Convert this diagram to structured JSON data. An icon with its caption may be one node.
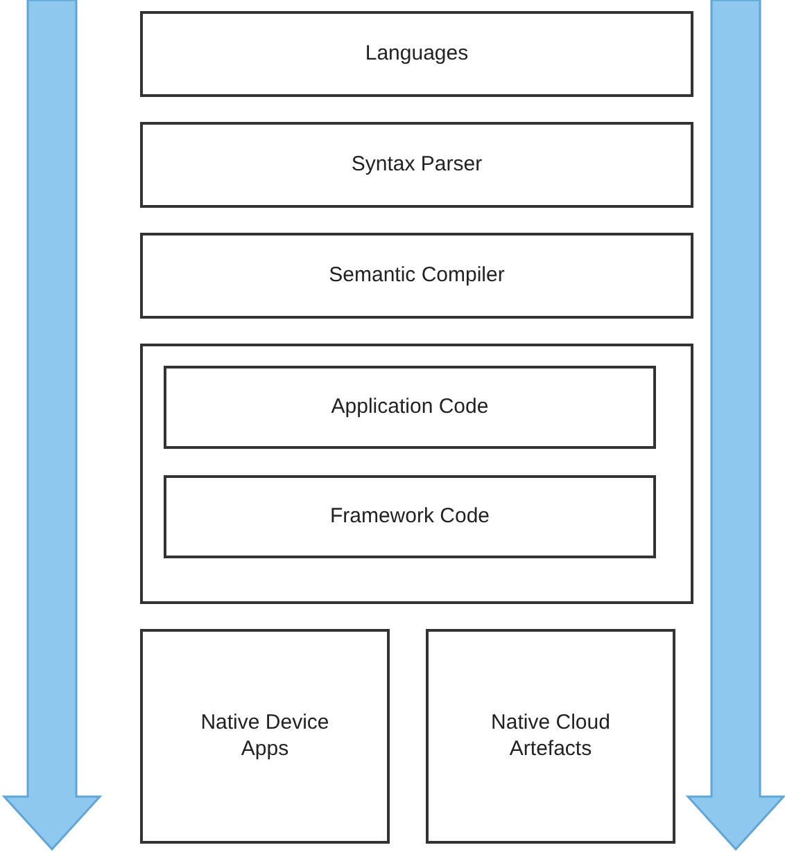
{
  "diagram": {
    "nodes": [
      {
        "text": [
          "Languages"
        ]
      },
      {
        "text": [
          "Syntax Parser"
        ]
      },
      {
        "text": [
          "Semantic Compiler"
        ]
      },
      {
        "text": [],
        "shape": "box"
      },
      {
        "text": [
          "Application Code"
        ],
        "in": 3
      },
      {
        "text": [
          "Framework Code"
        ],
        "in": 3
      },
      {
        "text": [
          "Native Device Apps"
        ]
      },
      {
        "text": [
          "Native Cloud Artefacts"
        ]
      }
    ]
  }
}
